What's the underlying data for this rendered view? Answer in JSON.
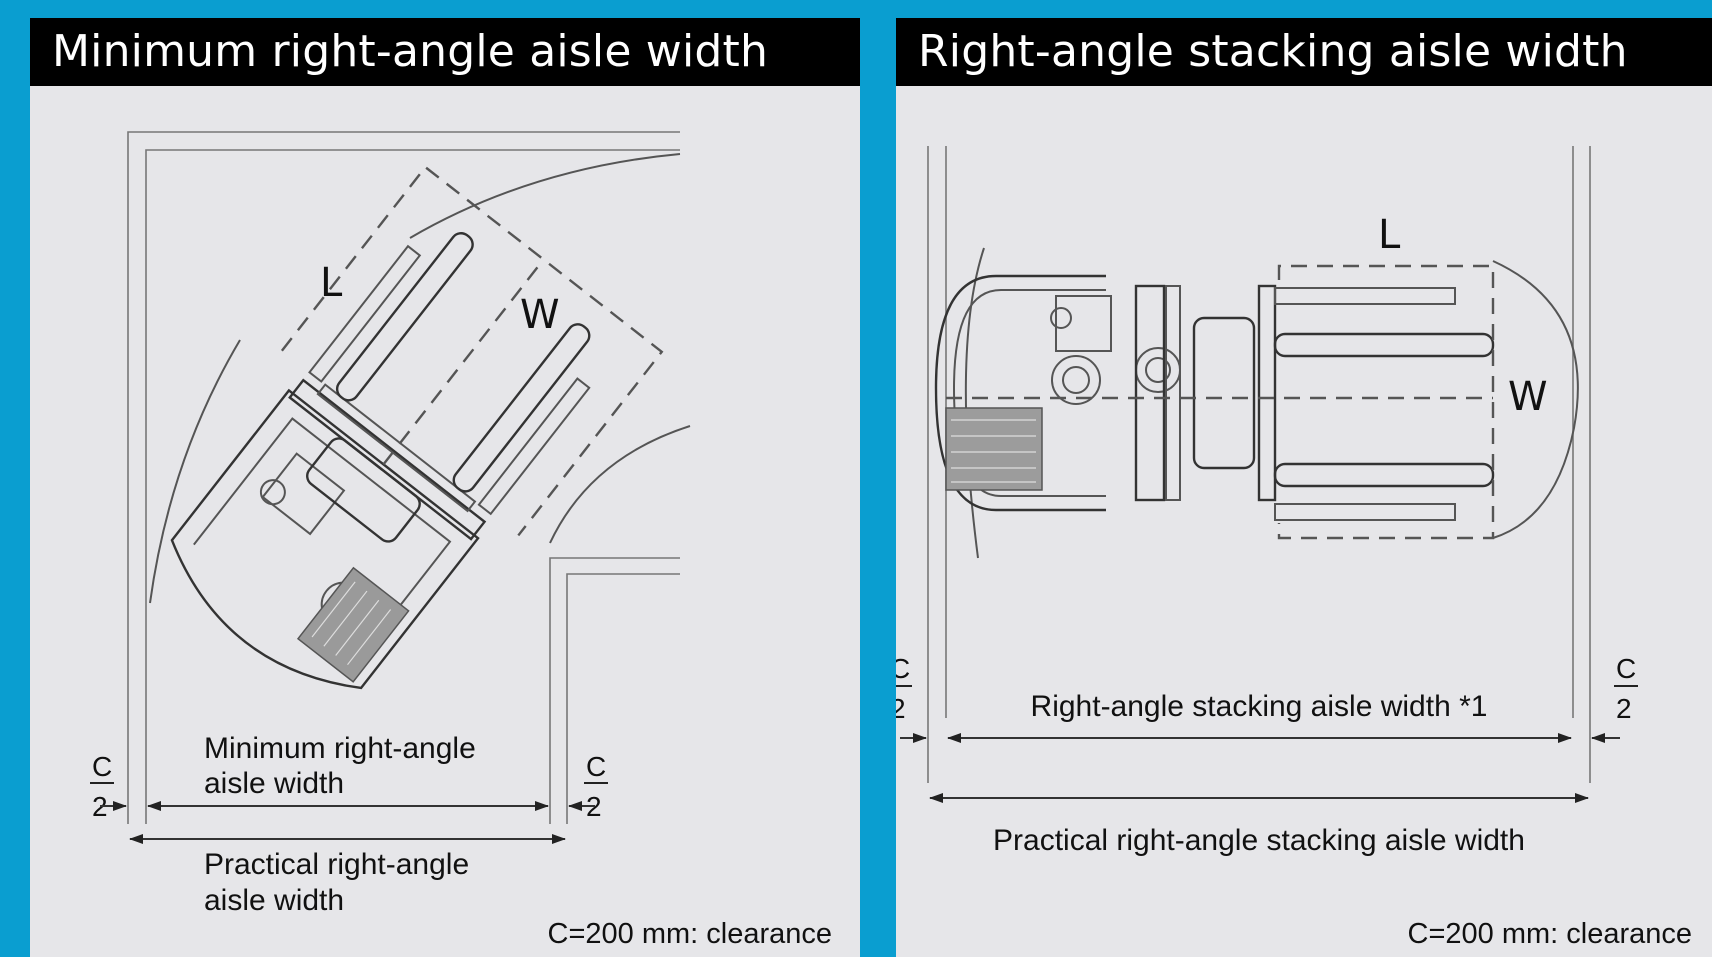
{
  "left_panel": {
    "title": "Minimum right-angle aisle width",
    "label_length": "L",
    "label_width": "W",
    "fraction_numerator": "C",
    "fraction_denominator": "2",
    "min_width_line1": "Minimum right-angle",
    "min_width_line2": "aisle width",
    "practical_line1": "Practical right-angle",
    "practical_line2": "aisle width",
    "clearance_note": "C=200 mm: clearance"
  },
  "right_panel": {
    "title": "Right-angle stacking aisle width",
    "label_length": "L",
    "label_width": "W",
    "fraction_numerator": "C",
    "fraction_denominator": "2",
    "stacking_width": "Right-angle stacking aisle width *1",
    "practical_stacking_width": "Practical right-angle stacking aisle width",
    "clearance_note": "C=200 mm: clearance"
  },
  "colors": {
    "frame": "#0a9ed0",
    "panel_bg": "#e6e6e9",
    "header_bg": "#000000",
    "header_text": "#ffffff"
  }
}
